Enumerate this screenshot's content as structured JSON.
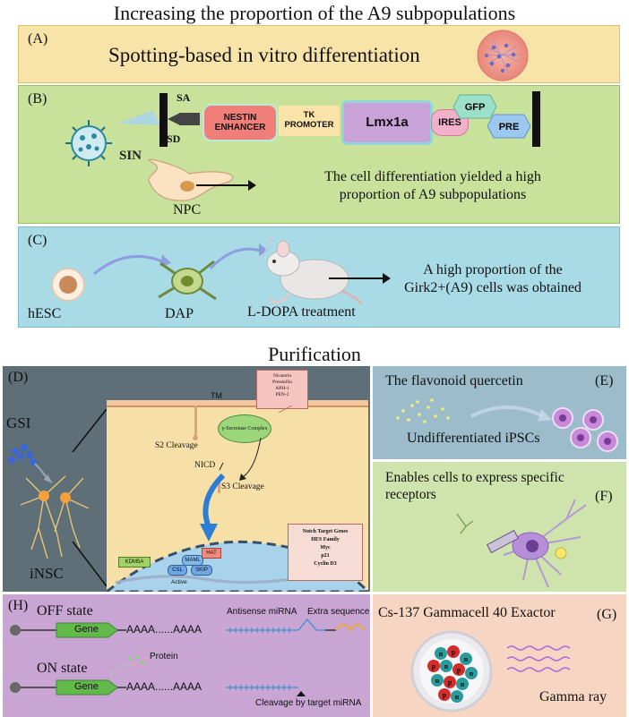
{
  "figure": {
    "top_title": "Increasing the proportion of the A9 subpopulations",
    "mid_title": "Purification"
  },
  "panelA": {
    "label": "(A)",
    "text": "Spotting-based in vitro differentiation",
    "colors": {
      "bg": "#f8e4a9",
      "border": "#d8c07a"
    }
  },
  "panelB": {
    "label": "(B)",
    "sin": "SIN",
    "sa": "SA",
    "sd": "SD",
    "nestin": "NESTIN ENHANCER",
    "tk": "TK PROMOTER",
    "lmx": "Lmx1a",
    "ires": "IRES",
    "gfp": "GFP",
    "pre": "PRE",
    "npc": "NPC",
    "result_line1": "The cell differentiation yielded a high",
    "result_line2": "proportion of A9 subpopulations",
    "colors": {
      "bg": "#c8e29b",
      "border": "#9fbd6e"
    }
  },
  "panelC": {
    "label": "(C)",
    "hesc": "hESC",
    "dap": "DAP",
    "ldopa": "L-DOPA treatment",
    "result_line1": "A high proportion of the",
    "result_line2": "Girk2+(A9) cells was obtained",
    "colors": {
      "bg": "#a8dbe6",
      "border": "#7fbccb"
    }
  },
  "panelD": {
    "label": "(D)",
    "gsi": "GSI",
    "insc": "iNSC",
    "tm": "TM",
    "secretase": "γ-Secretase Complex",
    "complex_list": [
      "Nicastrin",
      "Presenilin",
      "APH-1",
      "PEN-2"
    ],
    "s2": "S2 Cleavage",
    "nicd": "NICD",
    "s3": "S3 Cleavage",
    "kdm5a": "KDM5A",
    "hat": "HAT",
    "maml": "MAML",
    "csl": "CSL",
    "skip": "SKIP",
    "active": "Active",
    "targets": [
      "Notch Target Genes",
      "HES Family",
      "Myc",
      "p21",
      "Cyclin D3"
    ],
    "colors": {
      "bg": "#5e6f78",
      "cell": "#f7dfa8",
      "nucleus": "#a8d3ea"
    }
  },
  "panelE": {
    "label": "(E)",
    "text1": "The flavonoid quercetin",
    "text2": "Undifferentiated iPSCs",
    "colors": {
      "bg": "#9cbccb"
    }
  },
  "panelF": {
    "label": "(F)",
    "text_line1": "Enables cells to express specific",
    "text_line2": "receptors",
    "colors": {
      "bg": "#cfe3ad"
    }
  },
  "panelG": {
    "label": "(G)",
    "text": "Cs-137 Gammacell 40 Exactor",
    "gamma": "Gamma ray",
    "p": "p",
    "n": "n",
    "colors": {
      "bg": "#f6d6c2"
    }
  },
  "panelH": {
    "label": "(H)",
    "off": "OFF state",
    "on": "ON  state",
    "gene": "Gene",
    "polyA": "AAAA......AAAA",
    "antisense": "Antisense miRNA",
    "extra": "Extra sequence",
    "protein": "Protein",
    "cleavage": "Cleavage by target miRNA",
    "colors": {
      "bg": "#c9a5d4"
    }
  }
}
